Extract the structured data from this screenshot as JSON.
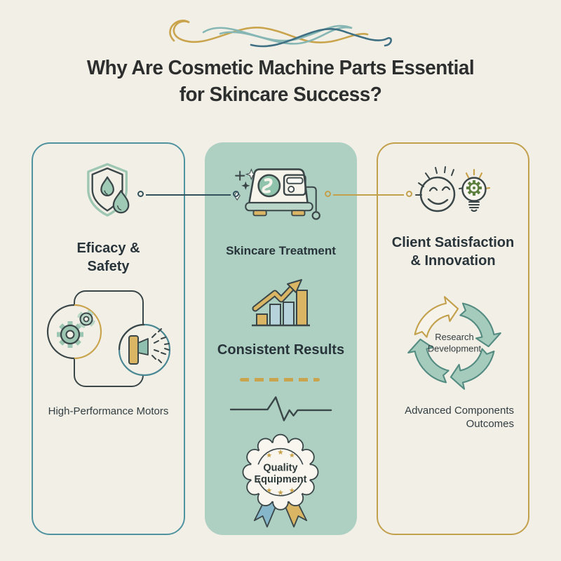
{
  "header": {
    "title_line1": "Why Are Cosmetic Machine Parts Essential",
    "title_line2": "for Skincare Success?"
  },
  "decor": {
    "star": "★"
  },
  "panels": {
    "efficacy": {
      "heading_line1": "Eficacy &",
      "heading_line2": "Safety",
      "caption": "High-Performance Motors"
    },
    "treatment": {
      "label": "Skincare Treatment",
      "results_label": "Consistent Results",
      "badge_line1": "Quality",
      "badge_line2": "Equipment"
    },
    "innovation": {
      "heading_line1": "Client Satisfaction",
      "heading_line2": "& Innovation",
      "cycle_line1": "Research",
      "cycle_line2": "Development",
      "caption_line1": "Advanced Components",
      "caption_line2": "Outcomes"
    }
  },
  "colors": {
    "background": "#f2efe7",
    "panel_mid_fill": "#aed0c3",
    "teal_border": "#4f93a0",
    "gold": "#c9a44c",
    "dark_outline": "#3a4647",
    "sage_fill": "#9ecab6",
    "light_blue": "#b6d2da",
    "ribbon_blue": "#85b6c9"
  }
}
